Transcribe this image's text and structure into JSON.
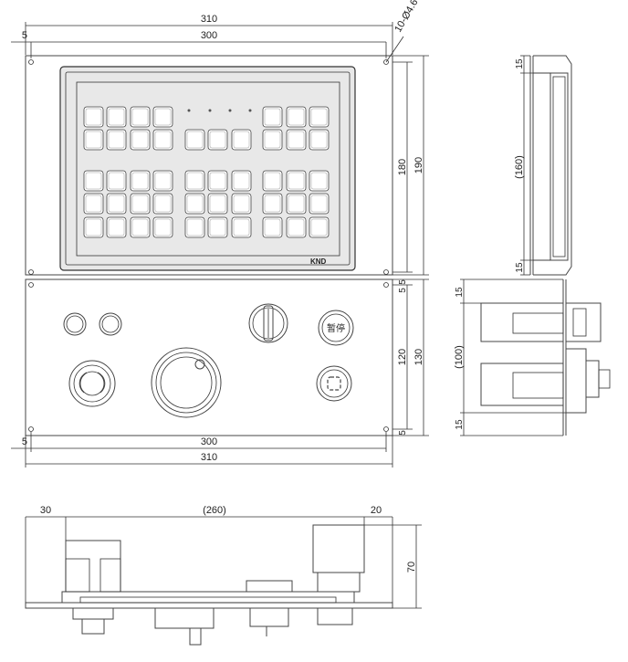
{
  "labels": {
    "top_width_outer": "310",
    "top_width_inner": "300",
    "top_margin_left": "5",
    "holes": "10-Ø4.6",
    "panel_height_inner": "180",
    "panel_height_outer": "190",
    "gap_5a": "5",
    "gap_5b": "5",
    "lower_height_inner": "120",
    "lower_height_outer": "130",
    "lower_margin": "5",
    "bottom_width_inner": "300",
    "bottom_width_outer": "310",
    "brand": "KND",
    "pause_button": "暂停",
    "side_top_15": "15",
    "side_160": "(160)",
    "side_bottom_15": "15",
    "side2_top_15": "15",
    "side2_100": "(100)",
    "side2_bottom_15": "15",
    "front_30": "30",
    "front_260": "(260)",
    "front_20": "20",
    "front_70": "70"
  },
  "colors": {
    "line": "#444444",
    "key_fill": "#ffffff",
    "panel_fill": "#f4f4f4"
  }
}
